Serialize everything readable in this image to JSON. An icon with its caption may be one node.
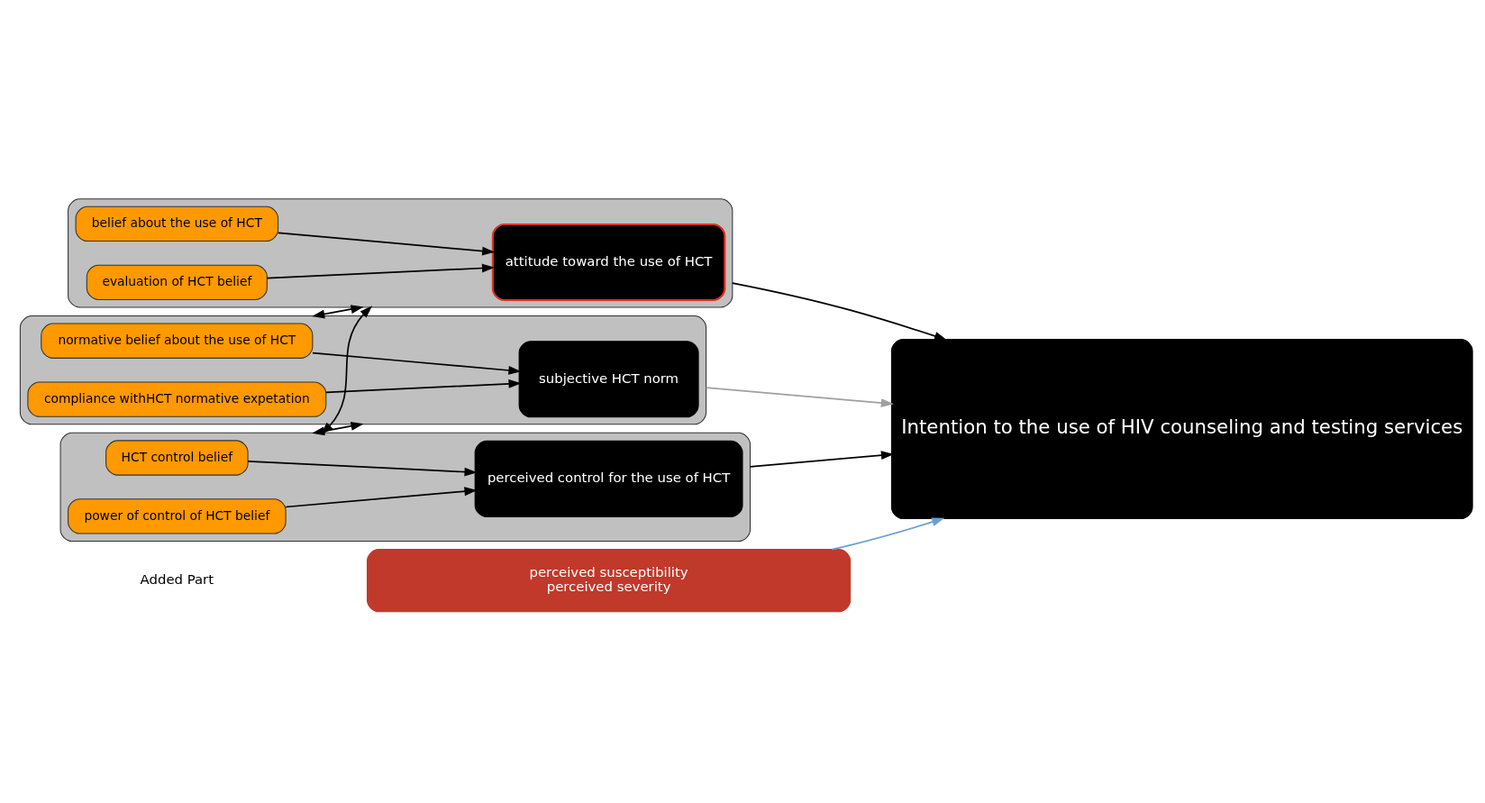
{
  "diagram": {
    "nodes": [
      {
        "text": [],
        "shape": "box"
      },
      {
        "text": [
          "belief about the use of HCT"
        ],
        "in": 0
      },
      {
        "text": [
          "evaluation of HCT belief"
        ],
        "in": 0
      },
      {
        "text": [
          "attitude toward the use of HCT"
        ],
        "in": 0
      },
      {
        "text": [],
        "shape": "box"
      },
      {
        "text": [
          "normative belief about the use of HCT"
        ],
        "in": 4
      },
      {
        "text": [
          "compliance withHCT normative expetation"
        ],
        "in": 4
      },
      {
        "text": [
          "subjective HCT norm"
        ],
        "in": 4
      },
      {
        "text": [],
        "shape": "box"
      },
      {
        "text": [
          "HCT control belief"
        ],
        "in": 8
      },
      {
        "text": [
          "power of control of HCT belief"
        ],
        "in": 8
      },
      {
        "text": [
          "perceived control for the use of HCT"
        ],
        "in": 8
      },
      {
        "text": [
          "Intention to the use of HIV counseling and testing services"
        ]
      },
      {
        "text": [
          "perceived susceptibility",
          "perceived severity"
        ]
      }
    ],
    "edges": [
      {
        "from": 1,
        "to": 3,
        "arrow": "to"
      },
      {
        "from": 2,
        "to": 3,
        "arrow": "to"
      },
      {
        "from": 0,
        "to": 12,
        "arrow": "to"
      },
      {
        "from": 5,
        "to": 7,
        "arrow": "to"
      },
      {
        "from": 6,
        "to": 7,
        "arrow": "to"
      },
      {
        "from": 4,
        "to": 12,
        "arrow": "to",
        "color": "#a0a0a0"
      },
      {
        "from": 9,
        "to": 11,
        "arrow": "to"
      },
      {
        "from": 10,
        "to": 11,
        "arrow": "to"
      },
      {
        "from": 8,
        "to": 12,
        "arrow": "to"
      },
      {
        "from": 13,
        "to": 12,
        "arrow": "to",
        "color": "#6a9fd8"
      },
      {
        "from": 0,
        "to": 4,
        "arrow": "both"
      },
      {
        "from": 4,
        "to": 8,
        "arrow": "both"
      },
      {
        "from": 0,
        "to": 8,
        "arrow": "both"
      }
    ],
    "labels": [
      "Added Part"
    ]
  }
}
